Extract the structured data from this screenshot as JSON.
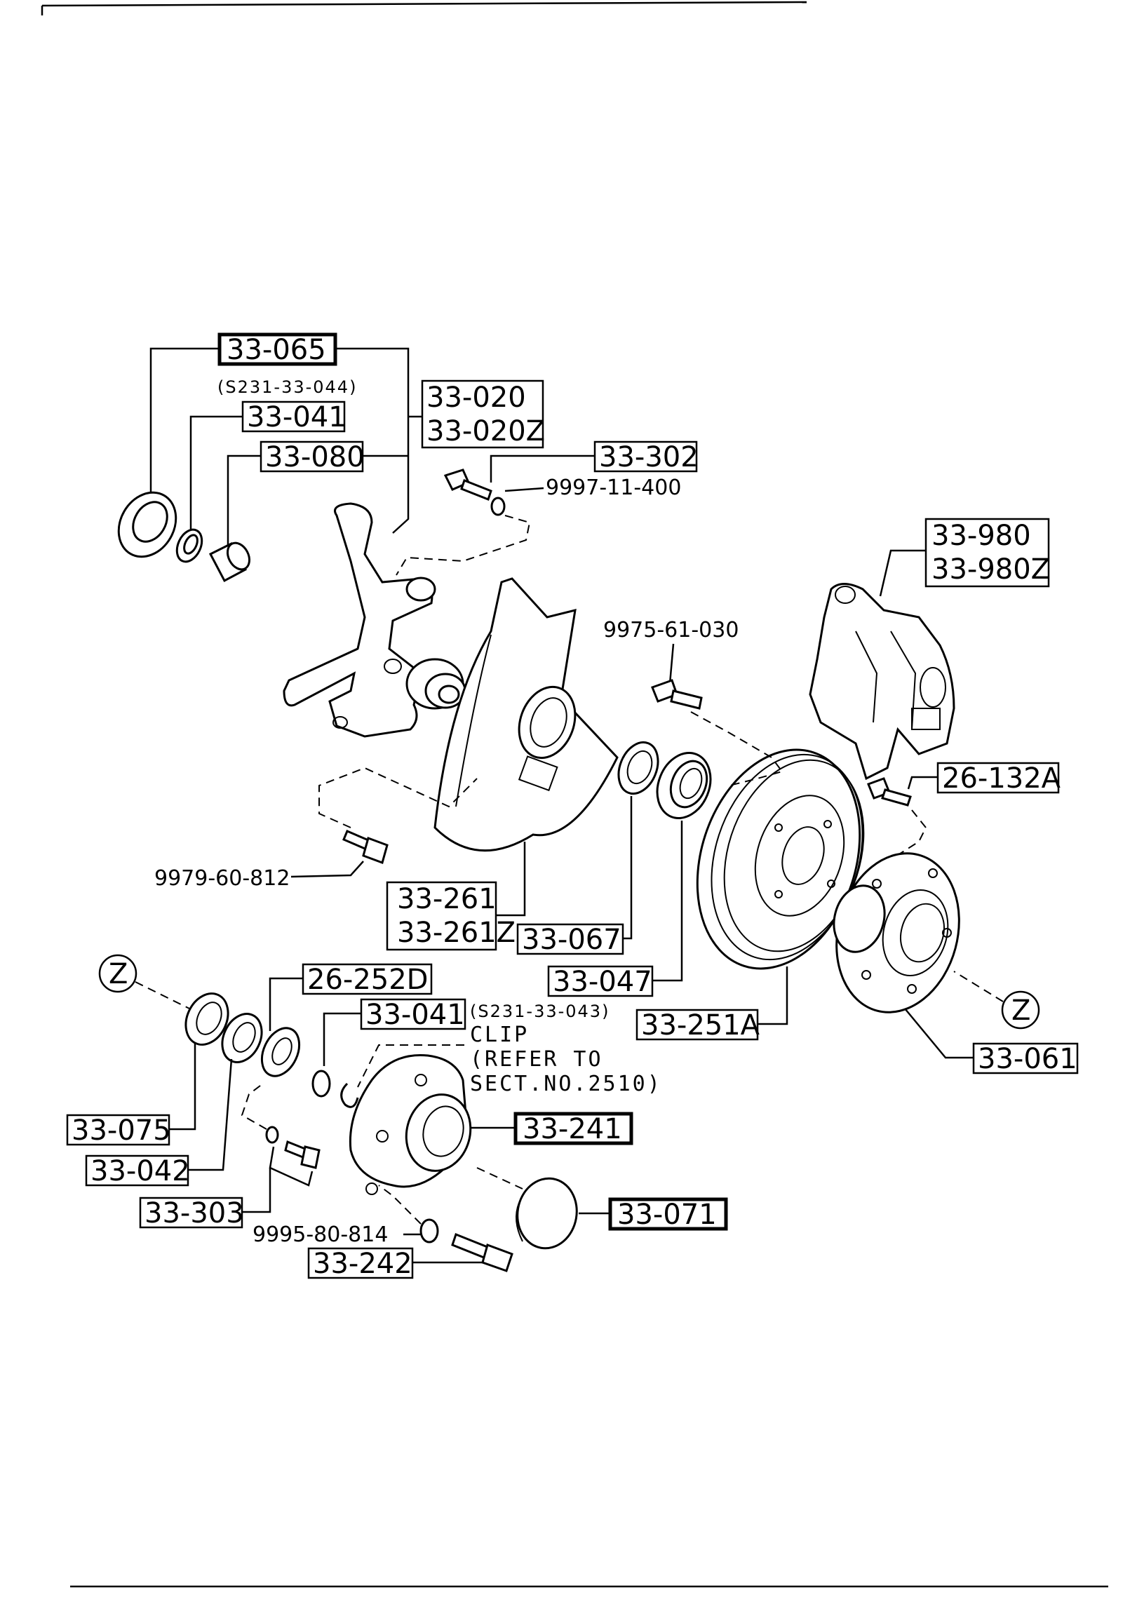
{
  "callouts": {
    "c33_065": "33-065",
    "ref_s231_044": "(S231-33-044)",
    "c33_041_top": "33-041",
    "c33_080": "33-080",
    "c33_020": "33-020",
    "c33_020z": "33-020Z",
    "c33_302": "33-302",
    "c9997_11_400": "9997-11-400",
    "c33_980": "33-980",
    "c33_980z": "33-980Z",
    "c9975_61_030": "9975-61-030",
    "c26_132a": "26-132A",
    "c9979_60_812": "9979-60-812",
    "c33_261": "33-261",
    "c33_261z": "33-261Z",
    "c33_067": "33-067",
    "c33_047": "33-047",
    "c33_251a": "33-251A",
    "c33_061": "33-061",
    "z_left": "Z",
    "z_right": "Z",
    "c26_252d": "26-252D",
    "c33_041_bot": "33-041",
    "ref_s231_043": "(S231-33-043)",
    "clip_note_1": "CLIP",
    "clip_note_2": "(REFER TO",
    "clip_note_3": "SECT.NO.2510)",
    "c33_075": "33-075",
    "c33_042": "33-042",
    "c33_241": "33-241",
    "c33_303": "33-303",
    "c9995_80_814": "9995-80-814",
    "c33_071": "33-071",
    "c33_242": "33-242"
  }
}
